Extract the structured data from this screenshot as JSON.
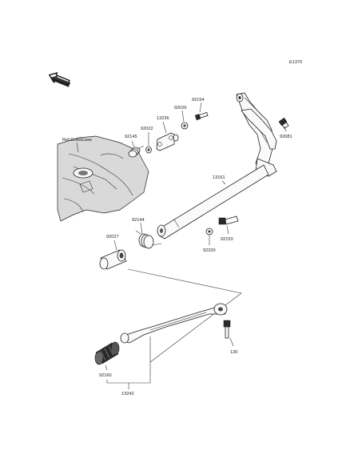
{
  "diagram_code": "E1370",
  "ref_label": "Ref.Crankcase",
  "callouts": {
    "p92154": "92154",
    "p92026": "92026",
    "p13236": "13236",
    "p92022": "92022",
    "p92145": "92145",
    "p92081": "92081",
    "p13161": "13161",
    "p92144": "92144",
    "p92027": "92027",
    "p92153": "92153",
    "p92200": "92200",
    "p130": "130",
    "p92160": "92160",
    "p13242": "13242"
  }
}
